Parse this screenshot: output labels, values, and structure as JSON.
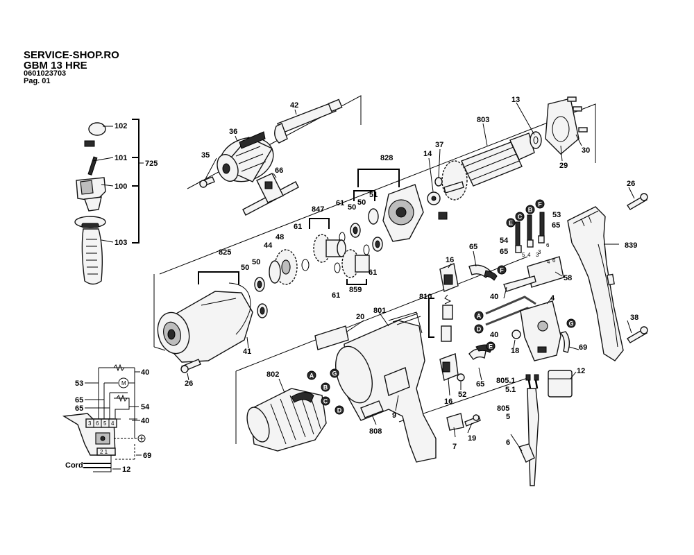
{
  "header": {
    "shop": "SERVICE-SHOP.RO",
    "model": "GBM 13 HRE",
    "part_no": "0601023703",
    "page": "Pag. 01"
  },
  "parts": [
    {
      "label": "102"
    },
    {
      "label": "101"
    },
    {
      "label": "725"
    },
    {
      "label": "100"
    },
    {
      "label": "103"
    },
    {
      "label": "42"
    },
    {
      "label": "36"
    },
    {
      "label": "35"
    },
    {
      "label": "66"
    },
    {
      "label": "828"
    },
    {
      "label": "14"
    },
    {
      "label": "37"
    },
    {
      "label": "803"
    },
    {
      "label": "13"
    },
    {
      "label": "30"
    },
    {
      "label": "29"
    },
    {
      "label": "51"
    },
    {
      "label": "50"
    },
    {
      "label": "847"
    },
    {
      "label": "61"
    },
    {
      "label": "50"
    },
    {
      "label": "61"
    },
    {
      "label": "825"
    },
    {
      "label": "44"
    },
    {
      "label": "48"
    },
    {
      "label": "50"
    },
    {
      "label": "50"
    },
    {
      "label": "61"
    },
    {
      "label": "61"
    },
    {
      "label": "859"
    },
    {
      "label": "41"
    },
    {
      "label": "26"
    },
    {
      "label": "53"
    },
    {
      "label": "54"
    },
    {
      "label": "65"
    },
    {
      "label": "65"
    },
    {
      "label": "839"
    },
    {
      "label": "26"
    },
    {
      "label": "65"
    },
    {
      "label": "16"
    },
    {
      "label": "58"
    },
    {
      "label": "810"
    },
    {
      "label": "40"
    },
    {
      "label": "4"
    },
    {
      "label": "40"
    },
    {
      "label": "20"
    },
    {
      "label": "801"
    },
    {
      "label": "38"
    },
    {
      "label": "18"
    },
    {
      "label": "69"
    },
    {
      "label": "802"
    },
    {
      "label": "65"
    },
    {
      "label": "52"
    },
    {
      "label": "16"
    },
    {
      "label": "12"
    },
    {
      "label": "805.1"
    },
    {
      "label": "5.1"
    },
    {
      "label": "9"
    },
    {
      "label": "808"
    },
    {
      "label": "805"
    },
    {
      "label": "5"
    },
    {
      "label": "7"
    },
    {
      "label": "19"
    },
    {
      "label": "6"
    },
    {
      "label": "5"
    },
    {
      "label": "4"
    },
    {
      "label": "3"
    },
    {
      "label": "6"
    },
    {
      "label": "3"
    },
    {
      "label": "4"
    },
    {
      "label": "6"
    }
  ],
  "connectors": [
    {
      "letter": "A"
    },
    {
      "letter": "G"
    },
    {
      "letter": "B"
    },
    {
      "letter": "C"
    },
    {
      "letter": "D"
    },
    {
      "letter": "E"
    },
    {
      "letter": "C"
    },
    {
      "letter": "B"
    },
    {
      "letter": "F"
    },
    {
      "letter": "F"
    },
    {
      "letter": "A"
    },
    {
      "letter": "D"
    },
    {
      "letter": "G"
    },
    {
      "letter": "E"
    }
  ],
  "schematic": {
    "labels": [
      "53",
      "65",
      "65",
      "54",
      "40",
      "40",
      "69",
      "12"
    ],
    "terminals": [
      "3",
      "6",
      "5",
      "4"
    ],
    "switch_terms": "2 1",
    "motor": "M",
    "cord": "Cord"
  }
}
